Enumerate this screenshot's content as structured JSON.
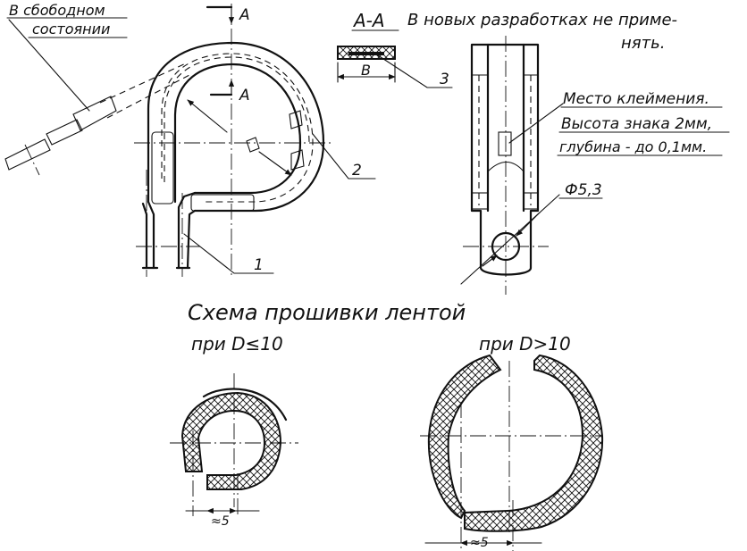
{
  "labels": {
    "free_state_line1": "В сбободном",
    "free_state_line2": "состоянии",
    "section_marker_top": "A",
    "section_marker_mid": "A",
    "section_title": "A-A",
    "note_line1": "В новых разработках не приме-",
    "note_line2": "нять.",
    "dim_b": "B",
    "leader_3": "3",
    "leader_2": "2",
    "leader_1": "1",
    "stamp_line1": "Место клеймения.",
    "stamp_line2": "Высота знака 2мм,",
    "stamp_line3": "глубина - до 0,1мм.",
    "hole_dim": "Ф5,3",
    "scheme_title": "Схема прошивки лентой",
    "cond_small": "при D≤10",
    "cond_large": "при D>10",
    "gap_small": "≈5",
    "gap_large": "≈5"
  }
}
